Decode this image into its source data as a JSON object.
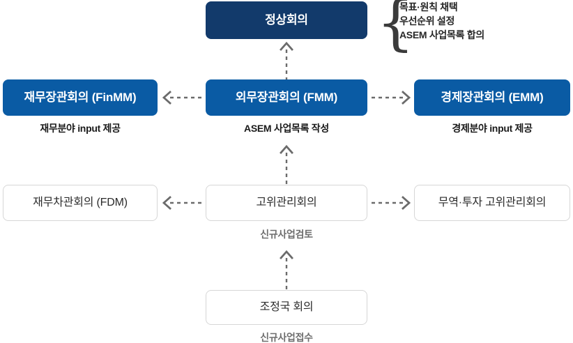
{
  "diagram": {
    "title_box": {
      "label": "정상회의",
      "color": "#123a6b"
    },
    "summit_notes": [
      "목표·원칙 채택",
      "우선순위 설정",
      "ASEM 사업목록 합의"
    ],
    "brace_glyph": "{",
    "ministerial_row": [
      {
        "label": "재무장관회의 (FinMM)",
        "caption": "재무분야 input 제공",
        "color": "#0a5ba4"
      },
      {
        "label": "외무장관회의 (FMM)",
        "caption": "ASEM 사업목록 작성",
        "color": "#0a5ba4"
      },
      {
        "label": "경제장관회의 (EMM)",
        "caption": "경제분야 input 제공",
        "color": "#0a5ba4"
      }
    ],
    "senior_row": [
      {
        "label": "재무차관회의 (FDM)",
        "caption": ""
      },
      {
        "label": "고위관리회의",
        "caption": "신규사업검토"
      },
      {
        "label": "무역·투자 고위관리회의",
        "caption": ""
      }
    ],
    "coordinator_box": {
      "label": "조정국 회의",
      "caption": "신규사업접수"
    },
    "connector_color": "#6b6b6b"
  }
}
